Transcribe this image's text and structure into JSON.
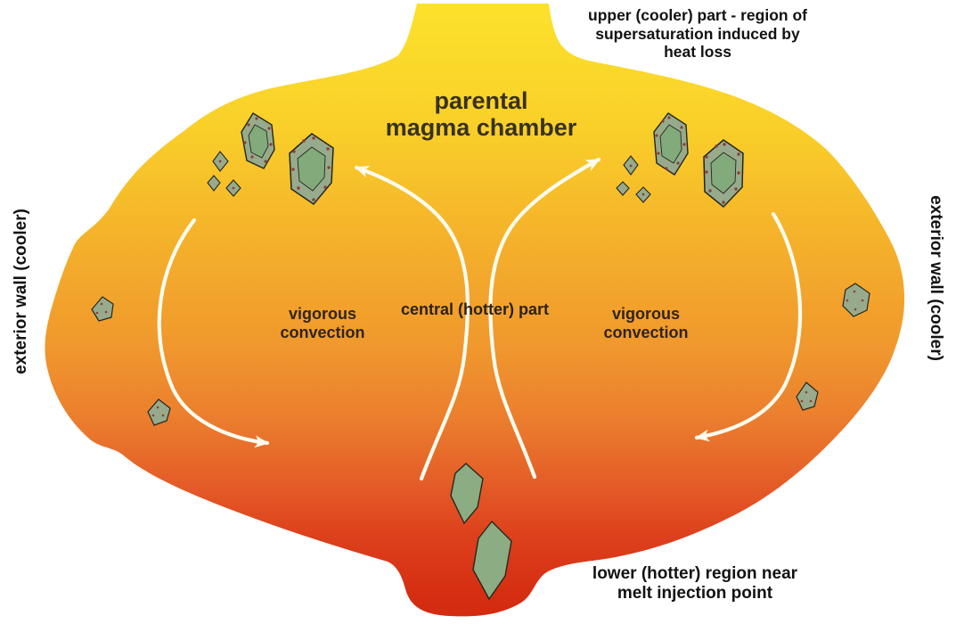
{
  "diagram": {
    "title_lines": [
      "parental",
      "magma chamber"
    ],
    "labels": {
      "upper_region_lines": [
        "upper (cooler) part - region of",
        "supersaturation induced by",
        "heat loss"
      ],
      "exterior_wall_left": "exterior wall (cooler)",
      "exterior_wall_right": "exterior wall (cooler)",
      "vigorous_convection_left_lines": [
        "vigorous",
        "convection"
      ],
      "central_part": "central (hotter) part",
      "vigorous_convection_right_lines": [
        "vigorous",
        "convection"
      ],
      "lower_region_lines": [
        "lower (hotter) region near",
        "melt injection point"
      ]
    },
    "colors": {
      "magma_top_yellow": "#FCE22B",
      "magma_mid_orange": "#F0992D",
      "magma_bottom_red": "#D22A0F",
      "crystal_rim_green": "#97AB8C",
      "crystal_core_green": "#82AA7A",
      "crystal_dot_red": "#8A4038",
      "arrow_white": "#FFFBEF",
      "label_text": "#121212",
      "background": "#FFFFFF"
    }
  }
}
